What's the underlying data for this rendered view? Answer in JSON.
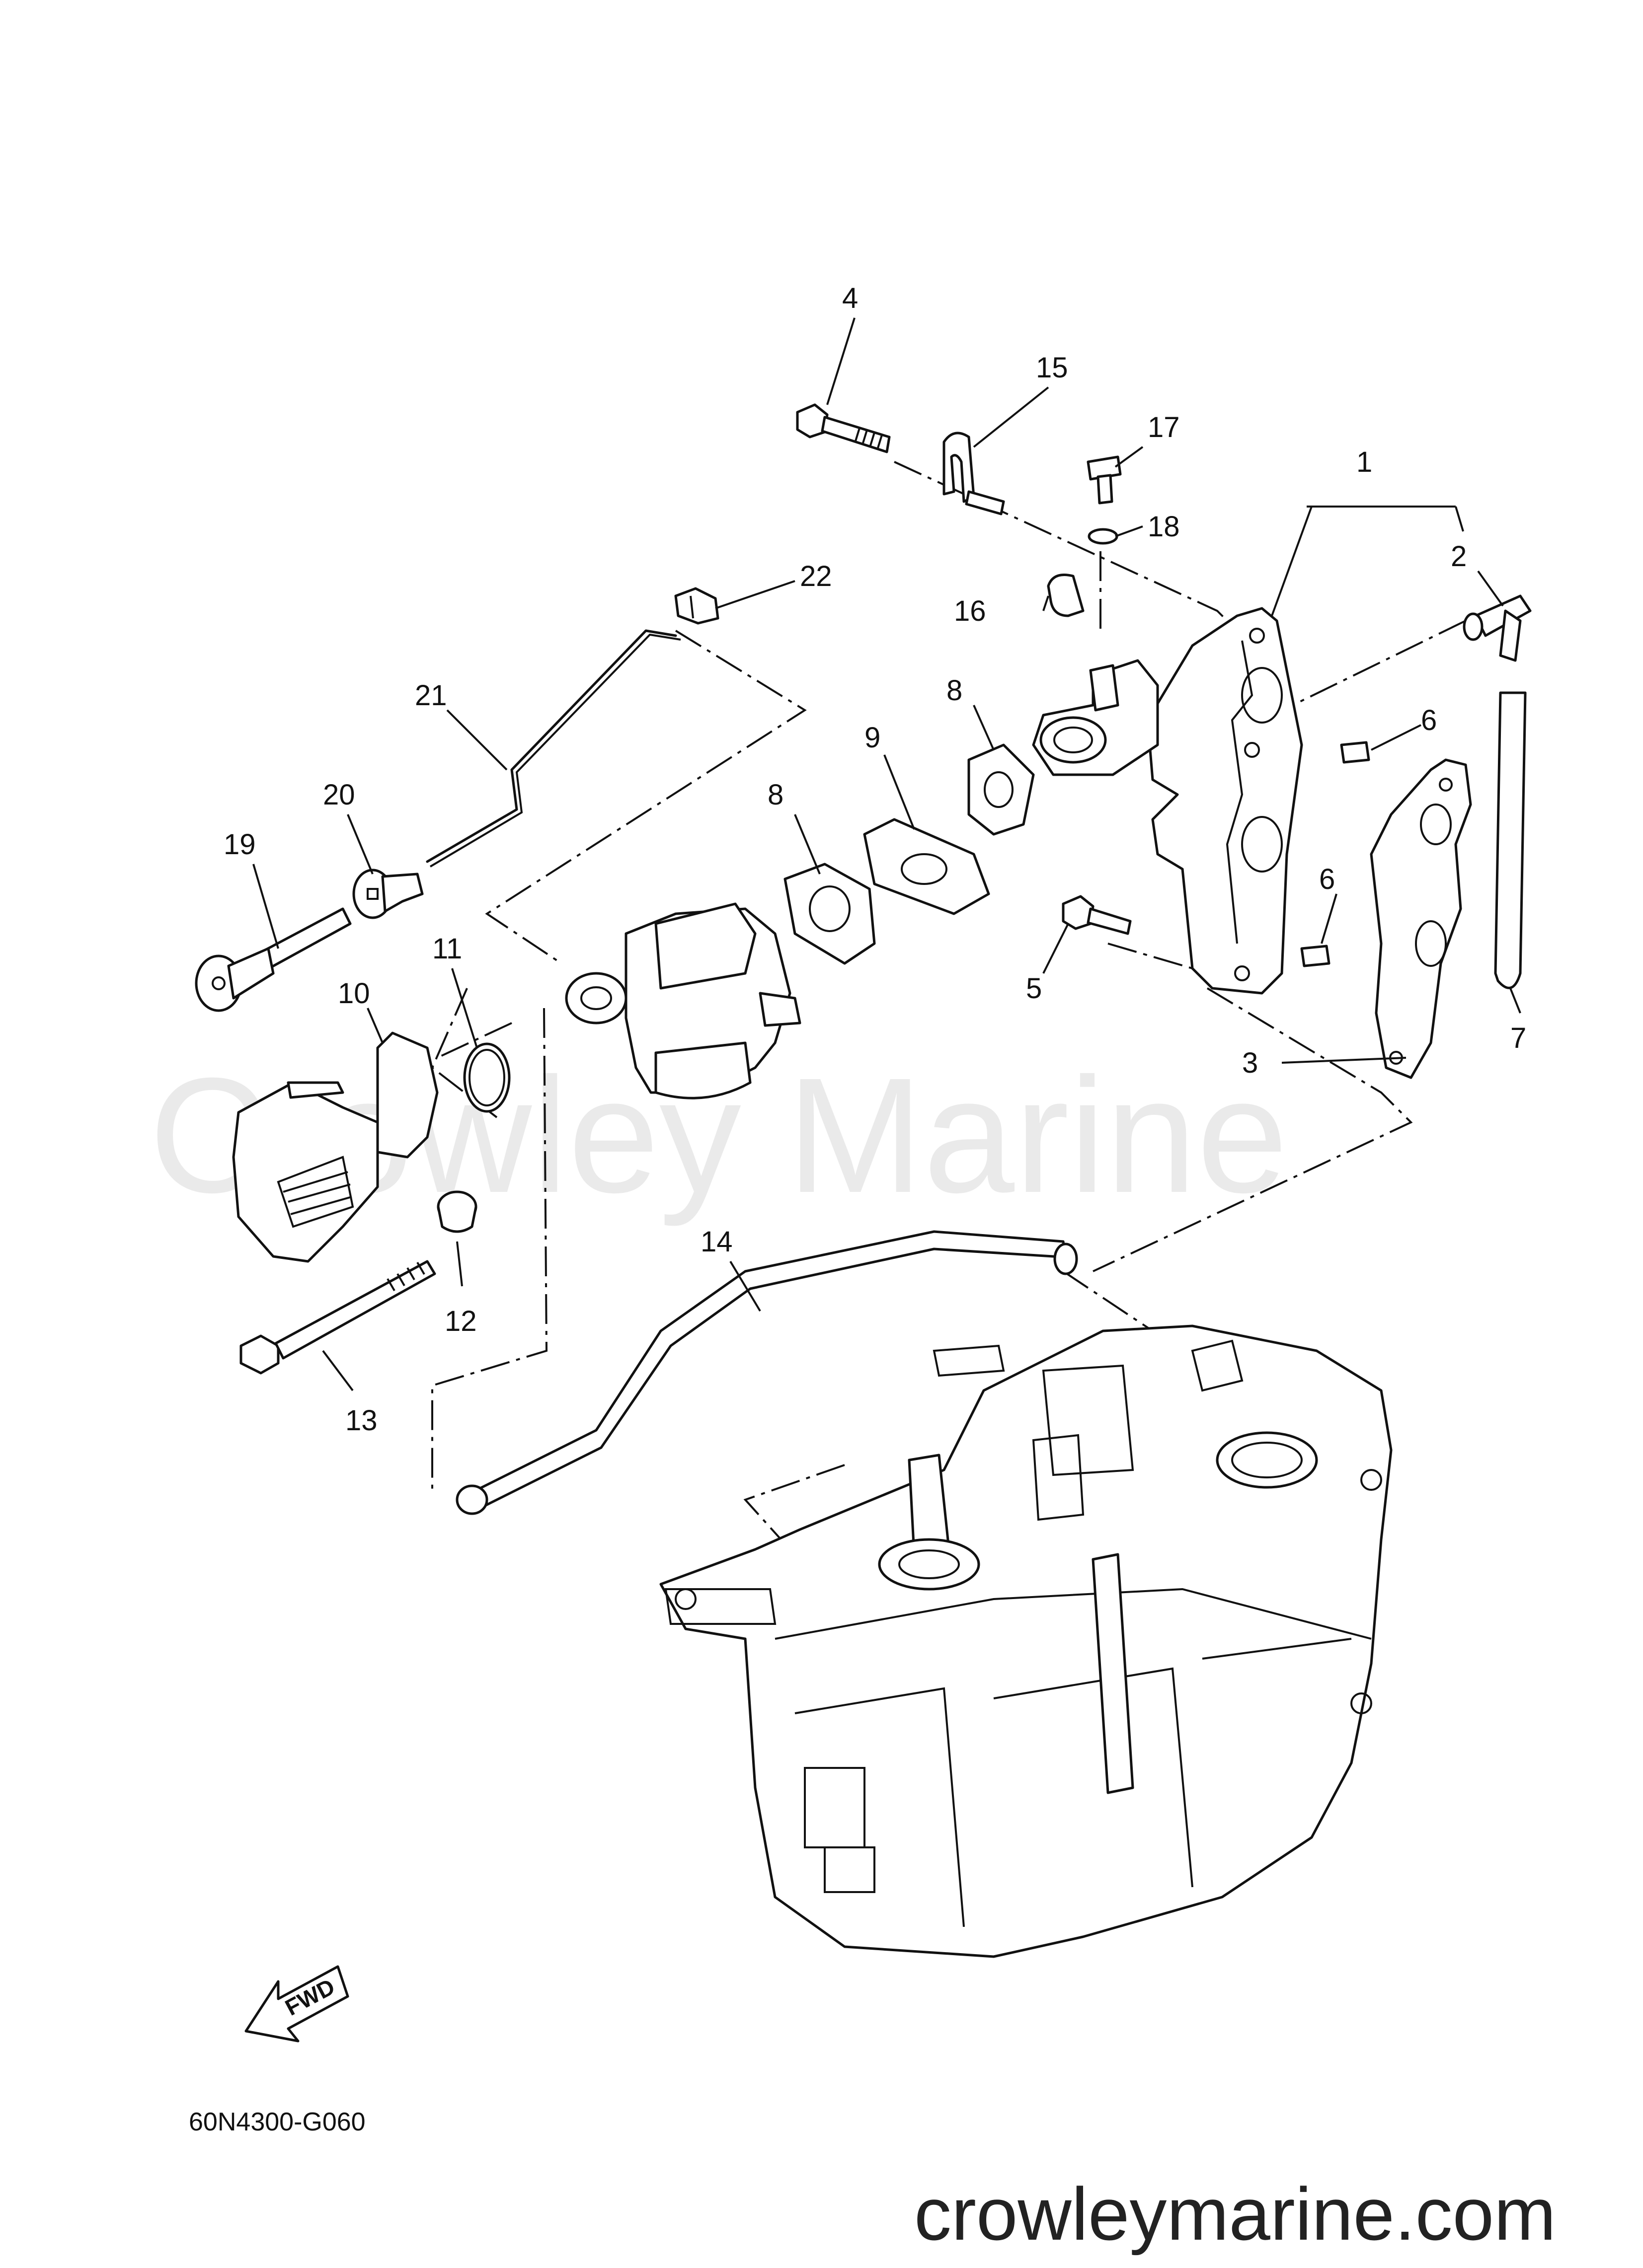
{
  "diagram": {
    "callouts": [
      "1",
      "2",
      "3",
      "4",
      "5",
      "6",
      "6",
      "7",
      "8",
      "8",
      "9",
      "10",
      "11",
      "12",
      "13",
      "14",
      "15",
      "16",
      "17",
      "18",
      "19",
      "20",
      "21",
      "22"
    ],
    "drawing_code": "60N4300-G060",
    "fwd_label": "FWD",
    "watermark": "Crowley Marine",
    "site": "crowleymarine.com"
  }
}
